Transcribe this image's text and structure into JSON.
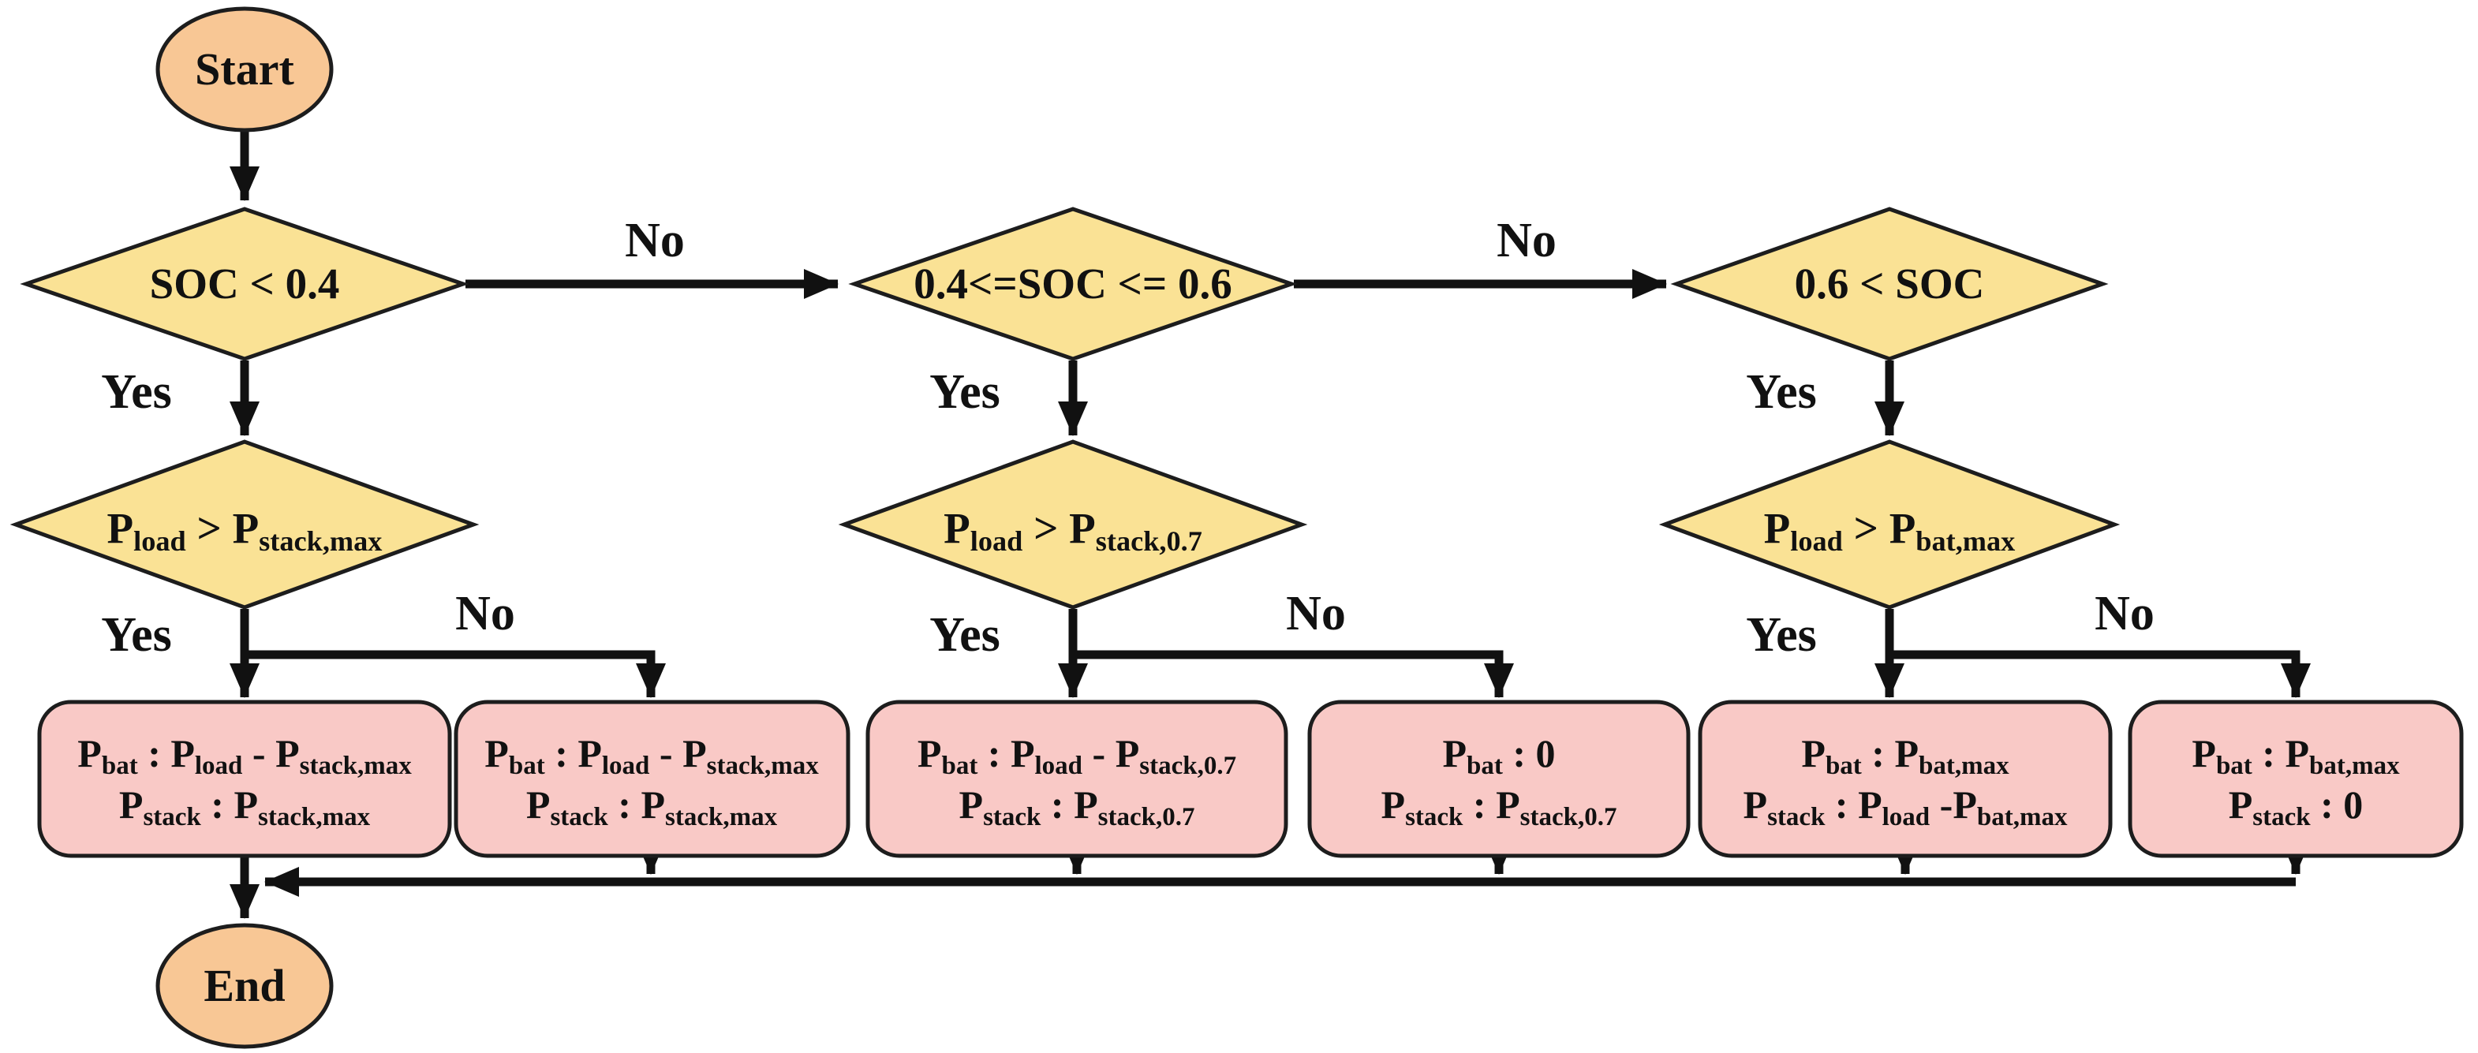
{
  "fc": {
    "start": "Start",
    "end": "End",
    "yes": "Yes",
    "no": "No",
    "colors": {
      "terminal_fill": "#F8C795",
      "decision_fill": "#FAE295",
      "process_fill": "#F9C9C6",
      "outline": "#1d1d1d",
      "arrow": "#111111"
    },
    "decisions": {
      "soc_low": "SOC < 0.4",
      "soc_mid": "0.4<=SOC <= 0.6",
      "soc_high": "0.6 < SOC",
      "load_vs_stack_max": "P~load~ > P~stack,max~",
      "load_vs_stack_07": "P~load~ > P~stack,0.7~",
      "load_vs_bat_max": "P~load~ > P~bat,max~"
    },
    "processes": [
      {
        "line1": "P~bat~ : P~load~ - P~stack,max~",
        "line2": "P~stack~ : P~stack,max~"
      },
      {
        "line1": "P~bat~ : P~load~ - P~stack,max~",
        "line2": "P~stack~ : P~stack,max~"
      },
      {
        "line1": "P~bat~ : P~load~ - P~stack,0.7~",
        "line2": "P~stack~ : P~stack,0.7~"
      },
      {
        "line1": "P~bat~ : 0",
        "line2": "P~stack~ : P~stack,0.7~"
      },
      {
        "line1": "P~bat~ : P~bat,max~",
        "line2": "P~stack~ : P~load~ -P~bat,max~"
      },
      {
        "line1": "P~bat~ : P~bat,max~",
        "line2": "P~stack~ : 0"
      }
    ]
  }
}
